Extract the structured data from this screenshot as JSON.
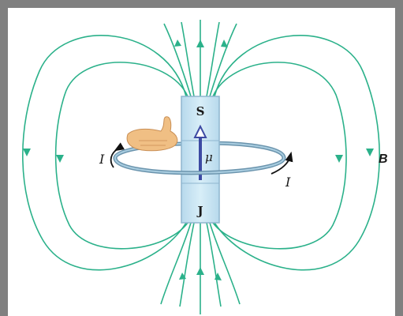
{
  "diagram": {
    "magnet_north_label": "S",
    "magnet_south_label": "J",
    "moment_label": "μ",
    "current_label_left": "I",
    "current_label_right": "I",
    "field_label": "B"
  },
  "colors": {
    "frame": "#808080",
    "field_line": "#2bb18a",
    "magnet_fill": "#c9e5f3",
    "magnet_stroke": "#8fb6cf",
    "loop": "#6b94ad",
    "moment_arrow": "#3d4aa3",
    "hand": "#f0bf84"
  }
}
